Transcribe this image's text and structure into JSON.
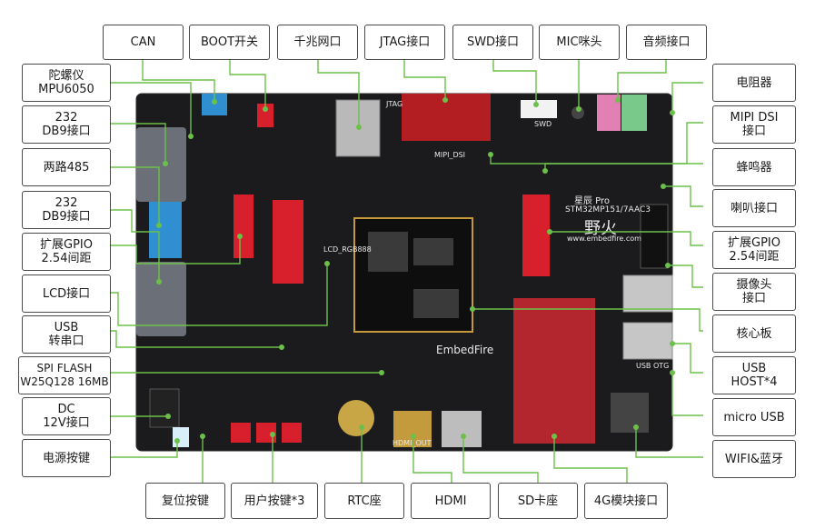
{
  "labels_top": [
    {
      "id": "can",
      "text": "CAN"
    },
    {
      "id": "boot",
      "text": "BOOT开关"
    },
    {
      "id": "gigabit",
      "text": "千兆网口"
    },
    {
      "id": "jtag",
      "text": "JTAG接口"
    },
    {
      "id": "swd",
      "text": "SWD接口"
    },
    {
      "id": "mic",
      "text": "MIC咪头"
    },
    {
      "id": "audio",
      "text": "音频接口"
    }
  ],
  "labels_left": [
    {
      "id": "gyro",
      "text": "陀螺仪\nMPU6050"
    },
    {
      "id": "db9a",
      "text": "232\nDB9接口"
    },
    {
      "id": "rs485",
      "text": "两路485"
    },
    {
      "id": "db9b",
      "text": "232\nDB9接口"
    },
    {
      "id": "gpio_l",
      "text": "扩展GPIO\n2.54间距"
    },
    {
      "id": "lcd",
      "text": "LCD接口"
    },
    {
      "id": "usbserial",
      "text": "USB\n转串口"
    },
    {
      "id": "spiflash",
      "text": "SPI FLASH\nW25Q128 16MB"
    },
    {
      "id": "dc",
      "text": "DC\n12V接口"
    },
    {
      "id": "power",
      "text": "电源按键"
    }
  ],
  "labels_right": [
    {
      "id": "resistor",
      "text": "电阻器"
    },
    {
      "id": "mipi",
      "text": "MIPI DSI\n接口"
    },
    {
      "id": "buzzer",
      "text": "蜂鸣器"
    },
    {
      "id": "speaker",
      "text": "喇叭接口"
    },
    {
      "id": "gpio_r",
      "text": "扩展GPIO\n2.54间距"
    },
    {
      "id": "camera",
      "text": "摄像头\n接口"
    },
    {
      "id": "core",
      "text": "核心板"
    },
    {
      "id": "usbhost",
      "text": "USB\nHOST*4"
    },
    {
      "id": "microusb",
      "text": "micro USB"
    },
    {
      "id": "wifi",
      "text": "WIFI&蓝牙"
    }
  ],
  "labels_bottom": [
    {
      "id": "reset",
      "text": "复位按键"
    },
    {
      "id": "userkey",
      "text": "用户按键*3"
    },
    {
      "id": "rtc",
      "text": "RTC座"
    },
    {
      "id": "hdmi",
      "text": "HDMI"
    },
    {
      "id": "sd",
      "text": "SD卡座"
    },
    {
      "id": "4g",
      "text": "4G模块接口"
    }
  ],
  "board_text": {
    "brand_cn": "野火",
    "brand_url": "www.embedfire.com",
    "brand_en": "EmbedFire",
    "model_top": "星辰 Pro",
    "model": "STM32MP151/7AAC3",
    "hdmi_silk": "HDMI_OUT",
    "lcd_silk": "LCD_RGB888",
    "mipi_silk": "MIPI_DSI",
    "jtag_silk": "JTAG",
    "swd_silk": "SWD",
    "usb_otg_silk": "USB OTG"
  },
  "colors": {
    "line": "#6cc04a",
    "dot": "#6cc04a",
    "border": "#4a4a4a"
  }
}
